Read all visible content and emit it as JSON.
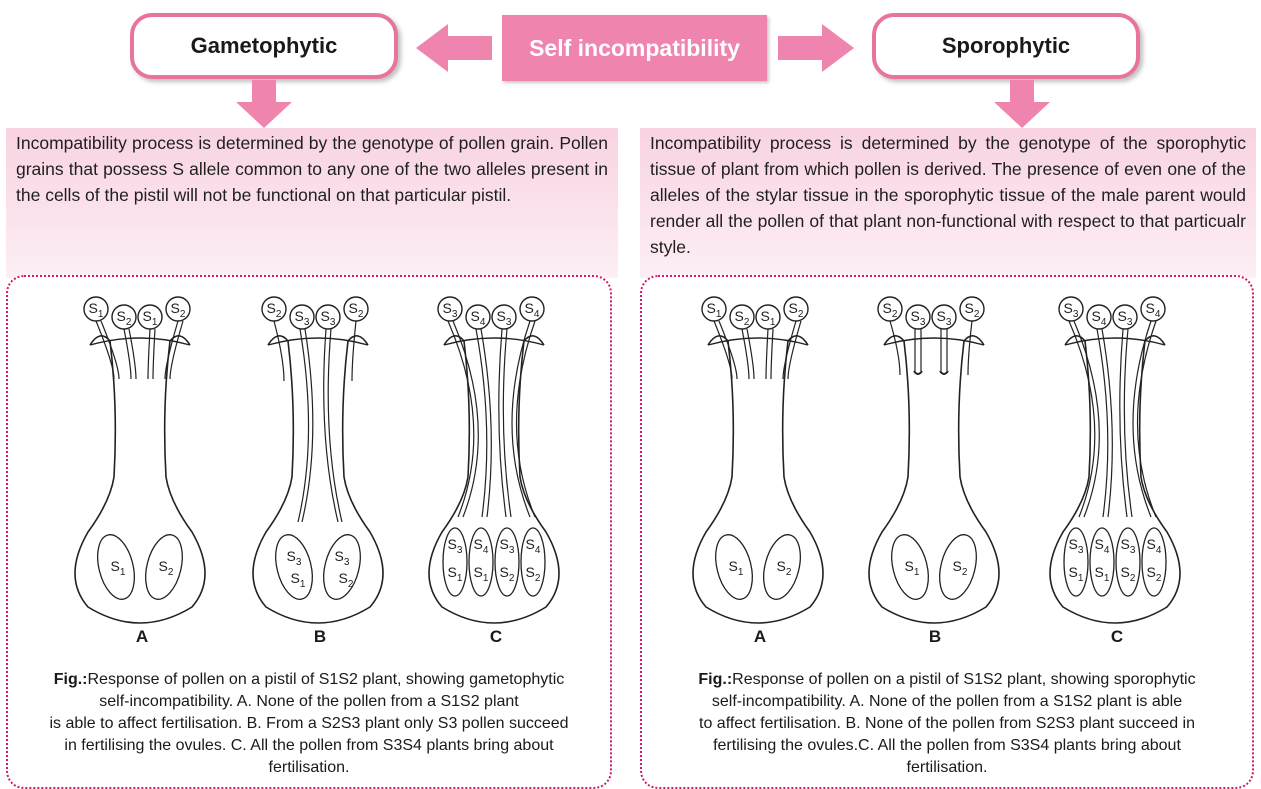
{
  "header": {
    "center_label": "Self incompatibility",
    "left_label": "Gametophytic",
    "right_label": "Sporophytic",
    "accent_color": "#ef85ae",
    "border_color": "#e8739e"
  },
  "left": {
    "description": "Incompatibility process is determined by the genotype of pollen grain. Pollen grains that possess S allele common to any one of the two alleles present in the cells of the pistil will not be functional on that particular pistil.",
    "letters": [
      "A",
      "B",
      "C"
    ],
    "caption_bold": "Fig.:",
    "caption_line1": "Response of pollen on a pistil of S1S2 plant, showing gametophytic",
    "caption_line2": "self-incompatibility. A.  None of the pollen from a S1S2 plant",
    "caption_line3": "is able to affect fertilisation. B. From a S2S3 plant only S3 pollen succeed",
    "caption_line4": "in fertilising the ovules. C. All the pollen from S3S4 plants bring about",
    "caption_line5": "fertilisation."
  },
  "right": {
    "description": "Incompatibility process is determined by the genotype of the sporophytic tissue of plant from which pollen is derived. The presence of even one of the alleles of the stylar tissue in the sporophytic tissue of the male parent would render all the pollen of that plant non-functional with respect to that particualr style.",
    "letters": [
      "A",
      "B",
      "C"
    ],
    "caption_bold": "Fig.:",
    "caption_line1": "Response of pollen on a pistil of S1S2 plant, showing sporophytic",
    "caption_line2": "self-incompatibility. A.  None of the pollen from a S1S2 plant is able",
    "caption_line3": "to affect fertilisation. B. None of the pollen from S2S3 plant  succeed in",
    "caption_line4": "fertilising the ovules.C. All the pollen from S3S4 plants bring about",
    "caption_line5": "fertilisation."
  },
  "pistil_labels": {
    "A_top": [
      "S1",
      "S2",
      "S1",
      "S2"
    ],
    "A_ovules": [
      "S1",
      "S2"
    ],
    "B_top": [
      "S2",
      "S3",
      "S3",
      "S2"
    ],
    "B_ovules_gameto": [
      "S3",
      "S1",
      "S3",
      "S2"
    ],
    "B_ovules_sporo": [
      "S1",
      "S2"
    ],
    "C_top": [
      "S3",
      "S4",
      "S3",
      "S4"
    ],
    "C_ovules": [
      "S3",
      "S4",
      "S3",
      "S4",
      "S1",
      "S1",
      "S2",
      "S2"
    ]
  }
}
